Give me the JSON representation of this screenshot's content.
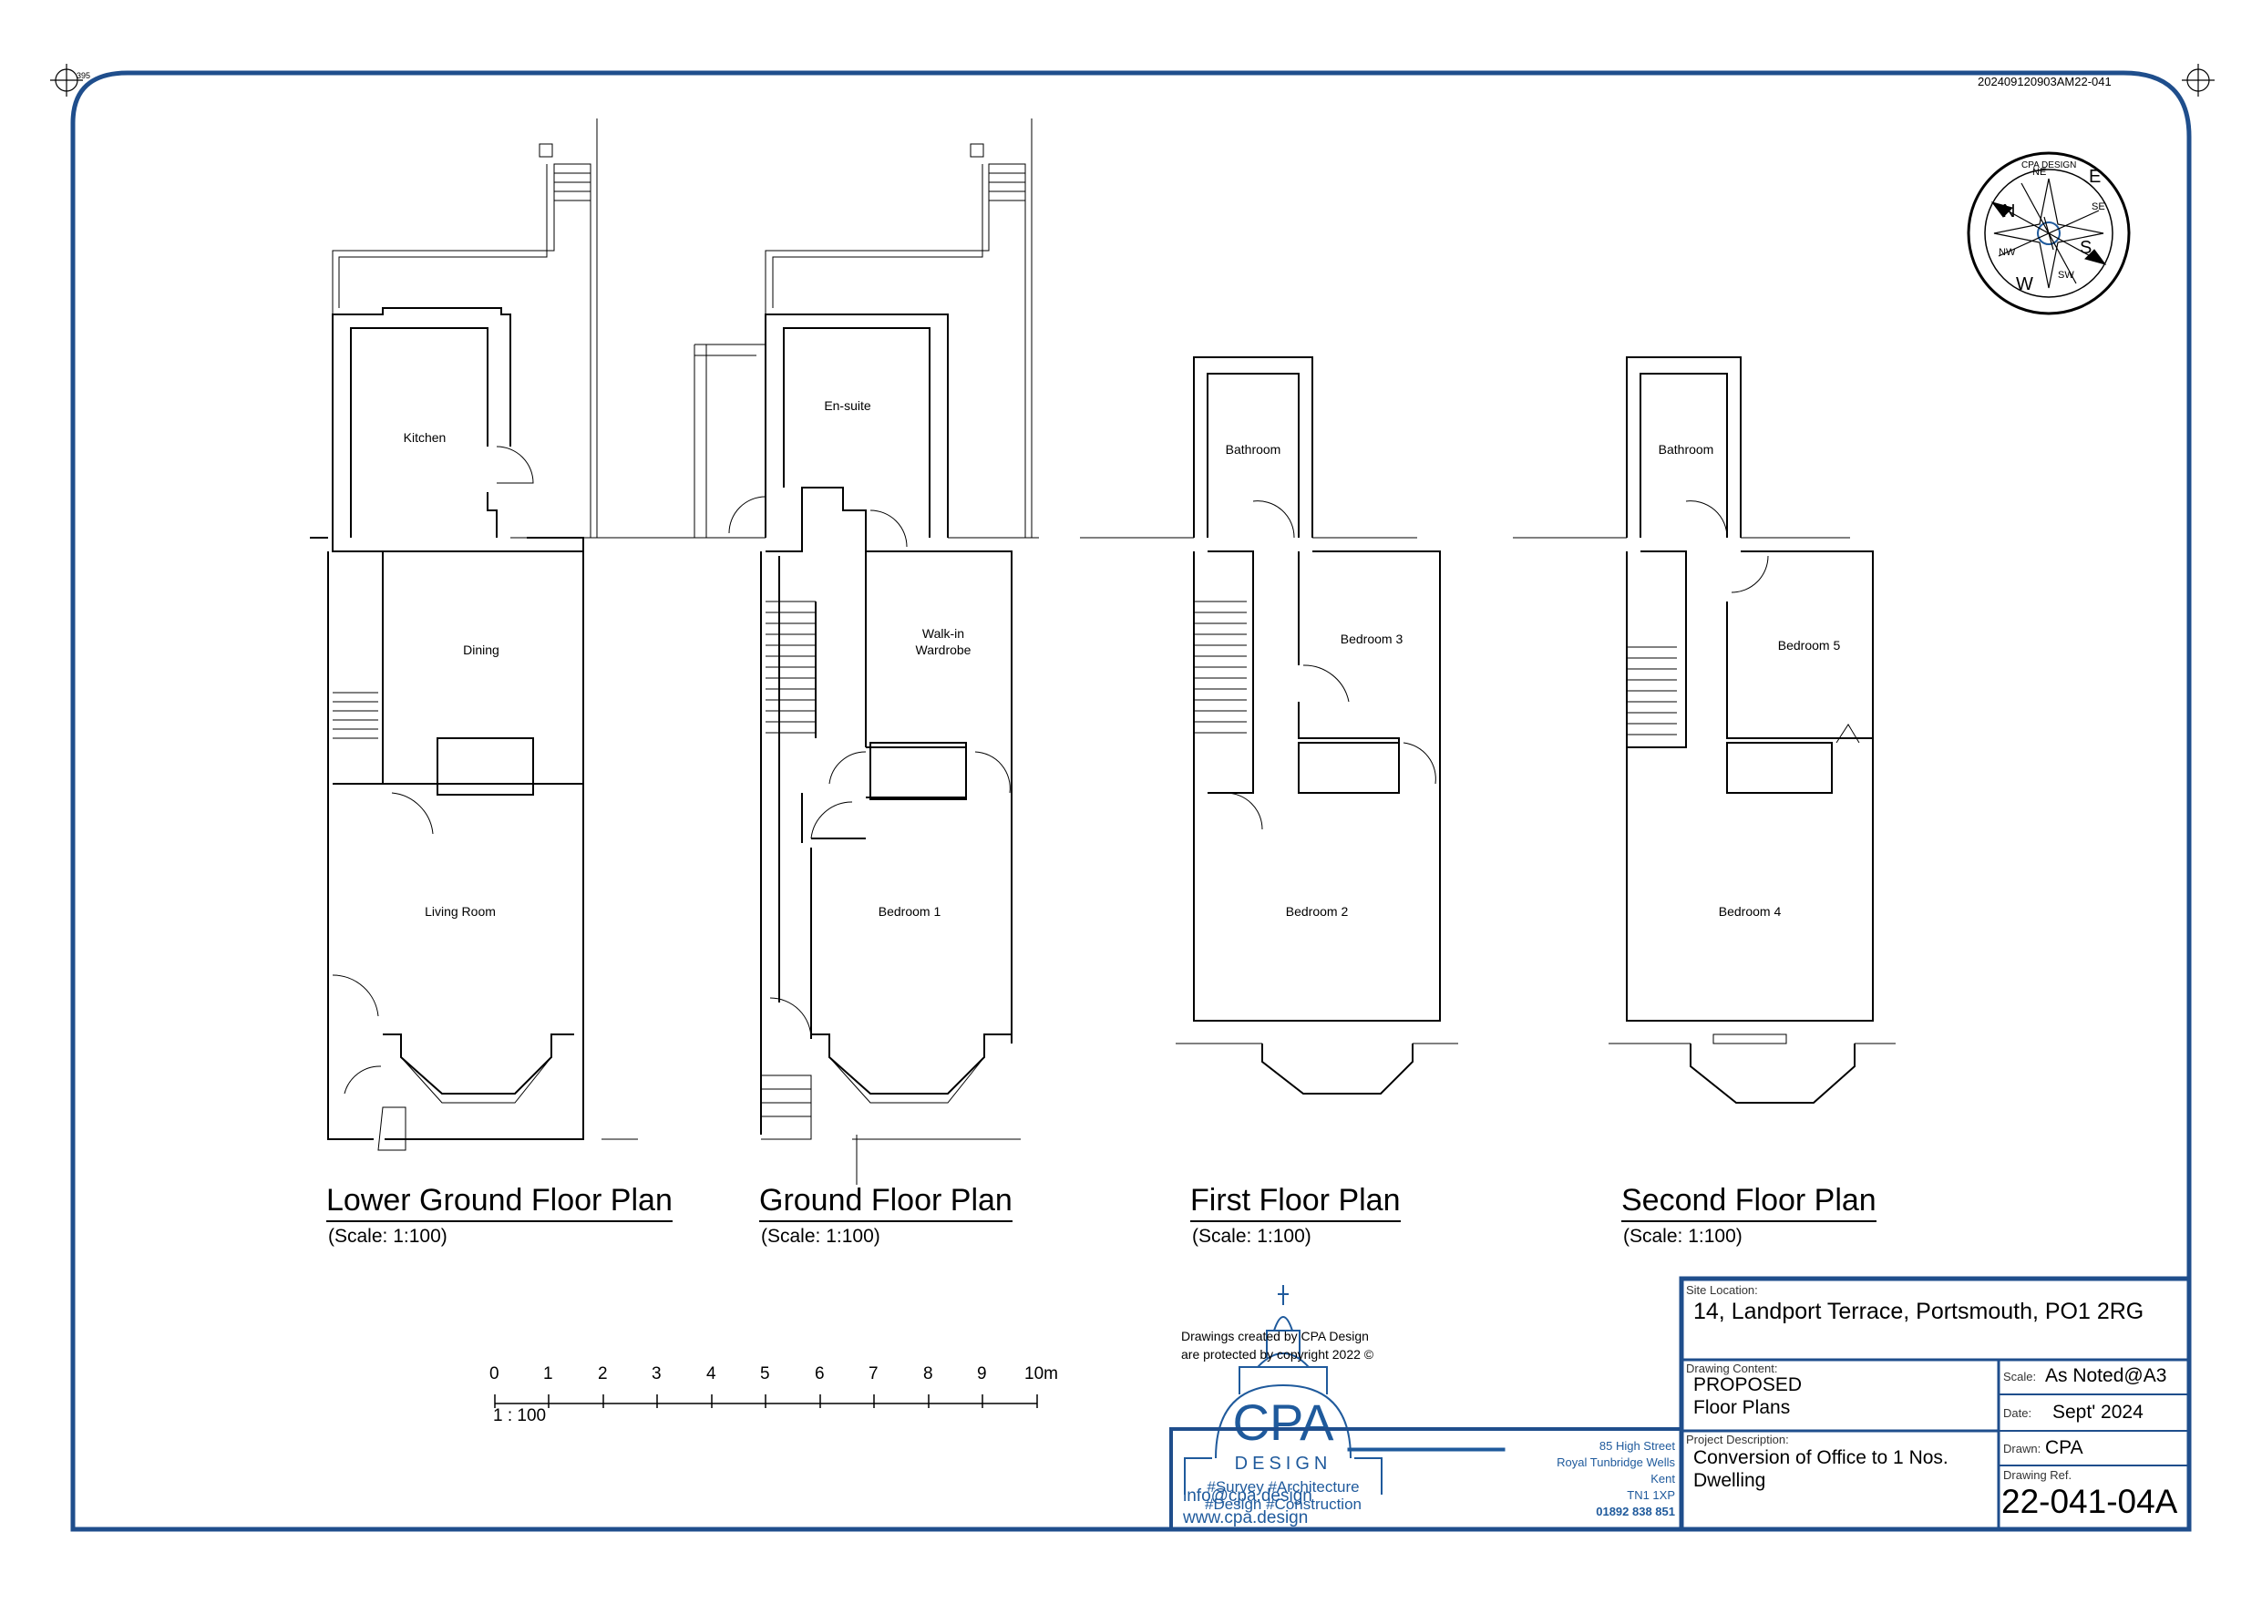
{
  "sheet": {
    "border_color": "#1f4e8c",
    "top_reference": "202409120903AM22-041",
    "corner_mark": "395"
  },
  "plans": [
    {
      "title": "Lower Ground Floor Plan",
      "scale": "(Scale: 1:100)",
      "rooms": [
        "Kitchen",
        "Dining",
        "Living Room"
      ]
    },
    {
      "title": "Ground Floor Plan",
      "scale": "(Scale: 1:100)",
      "rooms": [
        "En-suite",
        "Walk-in",
        "Wardrobe",
        "Bedroom 1"
      ]
    },
    {
      "title": "First Floor Plan",
      "scale": "(Scale: 1:100)",
      "rooms": [
        "Bathroom",
        "Bedroom 3",
        "Bedroom 2"
      ]
    },
    {
      "title": "Second Floor Plan",
      "scale": "(Scale: 1:100)",
      "rooms": [
        "Bathroom",
        "Bedroom 5",
        "Bedroom 4"
      ]
    }
  ],
  "compass": {
    "labels": [
      "N",
      "E",
      "S",
      "W",
      "NE",
      "SE",
      "SW",
      "NW"
    ],
    "ring_text": "CPA DESIGN"
  },
  "scalebar": {
    "ticks": [
      "0",
      "1",
      "2",
      "3",
      "4",
      "5",
      "6",
      "7",
      "8",
      "9",
      "10m"
    ],
    "ratio": "1 : 100"
  },
  "copyright": {
    "line1": "Drawings created by CPA Design",
    "line2": "are protected by copyright 2022 ©"
  },
  "logo": {
    "name": "CPA",
    "sub": "DESIGN",
    "tag1": "#Survey #Architecture",
    "tag2": "#Design #Construction",
    "color": "#1f5a9c"
  },
  "contact": {
    "email": "info@cpa.design",
    "web": "www.cpa.design"
  },
  "address": {
    "line1": "85 High Street",
    "line2": "Royal Tunbridge Wells",
    "line3": "Kent",
    "line4": "TN1 1XP",
    "phone": "01892 838 851"
  },
  "title_block": {
    "site_label": "Site Location:",
    "site_value": "14, Landport Terrace, Portsmouth, PO1 2RG",
    "content_label": "Drawing Content:",
    "content_line1": "PROPOSED",
    "content_line2": "Floor Plans",
    "desc_label": "Project Description:",
    "desc_line1": "Conversion of Office to 1 Nos.",
    "desc_line2": "Dwelling",
    "scale_label": "Scale:",
    "scale_value": "As Noted@A3",
    "date_label": "Date:",
    "date_value": "Sept' 2024",
    "drawn_label": "Drawn:",
    "drawn_value": "CPA",
    "ref_label": "Drawing Ref.",
    "ref_value": "22-041-04A"
  }
}
